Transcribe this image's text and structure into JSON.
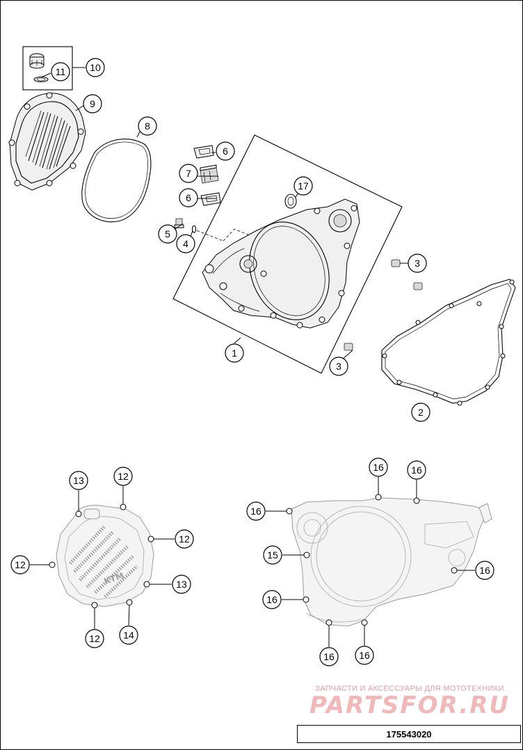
{
  "callouts": {
    "c1": "1",
    "c2": "2",
    "c3a": "3",
    "c3b": "3",
    "c4": "4",
    "c5": "5",
    "c6a": "6",
    "c6b": "6",
    "c7": "7",
    "c8": "8",
    "c9": "9",
    "c10": "10",
    "c11": "11",
    "c12a": "12",
    "c12b": "12",
    "c12c": "12",
    "c12d": "12",
    "c13a": "13",
    "c13b": "13",
    "c14": "14",
    "c15": "15",
    "c16a": "16",
    "c16b": "16",
    "c16c": "16",
    "c16d": "16",
    "c16e": "16",
    "c16f": "16",
    "c16g": "16",
    "c17": "17"
  },
  "watermark": {
    "tagline": "ЗАПЧАСТИ И АКСЕССУАРЫ ДЛЯ МОТОТЕХНИКИ",
    "logo": "PARTSFOR.RU"
  },
  "drawing_id": "175543020",
  "colors": {
    "line": "#000000",
    "watermark": "#f0b8b8",
    "ghost": "#9a9a9a"
  }
}
